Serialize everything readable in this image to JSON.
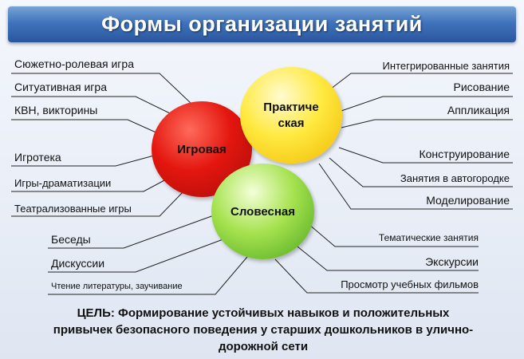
{
  "title": "Формы организации занятий",
  "circles": {
    "game": "Игровая",
    "practical_line1": "Практиче",
    "practical_line2": "ская",
    "verbal": "Словесная"
  },
  "left_items": [
    "Сюжетно-ролевая игра",
    "Ситуативная игра",
    "КВН, викторины",
    "Игротека",
    "Игры-драматизации",
    "Театрализованные игры",
    "Беседы",
    "Дискуссии",
    "Чтение литературы, заучивание"
  ],
  "right_items": [
    "Интегрированные занятия",
    "Рисование",
    "Аппликация",
    "Конструирование",
    "Занятия в автогородке",
    "Моделирование",
    "Тематические занятия",
    "Экскурсии",
    "Просмотр учебных фильмов"
  ],
  "goal": "ЦЕЛЬ: Формирование устойчивых навыков и положительных привычек безопасного поведения у старших дошкольников в улично-дорожной сети",
  "colors": {
    "banner": "#3f73bb",
    "game_circle": "#e3160f",
    "practical_circle": "#ffe940",
    "verbal_circle": "#a6e24f"
  }
}
